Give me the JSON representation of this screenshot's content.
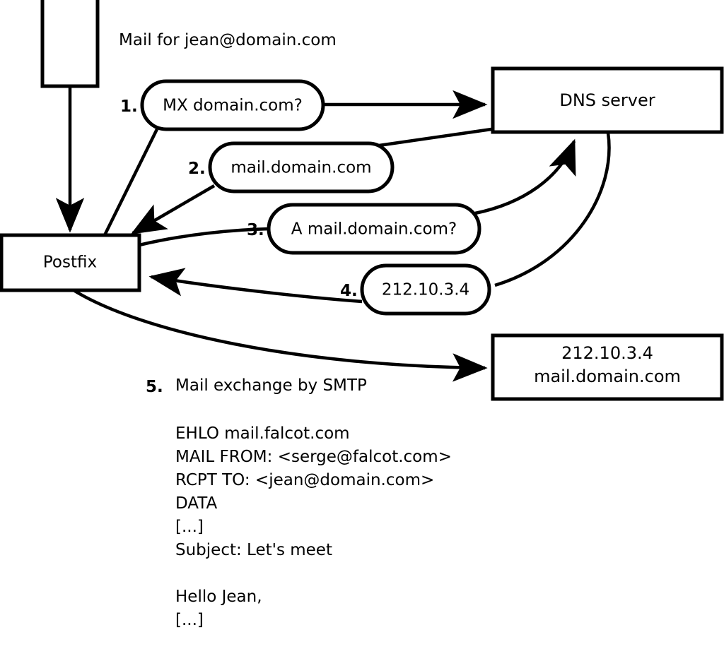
{
  "diagram": {
    "title_caption": "Mail for jean@domain.com",
    "nodes": {
      "sender_box": {
        "label": ""
      },
      "postfix": {
        "label": "Postfix"
      },
      "dns_server": {
        "label": "DNS server"
      },
      "mail_server": {
        "line1": "212.10.3.4",
        "line2": "mail.domain.com"
      }
    },
    "steps": [
      {
        "num": "1.",
        "label": "MX domain.com?"
      },
      {
        "num": "2.",
        "label": "mail.domain.com"
      },
      {
        "num": "3.",
        "label": "A mail.domain.com?"
      },
      {
        "num": "4.",
        "label": "212.10.3.4"
      }
    ],
    "smtp_step": {
      "num": "5.",
      "label": "Mail exchange by SMTP"
    },
    "transcript": [
      "EHLO mail.falcot.com",
      "MAIL FROM: <serge@falcot.com>",
      "RCPT TO: <jean@domain.com>",
      "DATA",
      "[...]",
      "Subject: Let's meet",
      "",
      "Hello Jean,",
      "[...]",
      "",
      "."
    ],
    "colors": {
      "stroke": "#000000",
      "fill": "#ffffff",
      "text": "#000000"
    }
  }
}
